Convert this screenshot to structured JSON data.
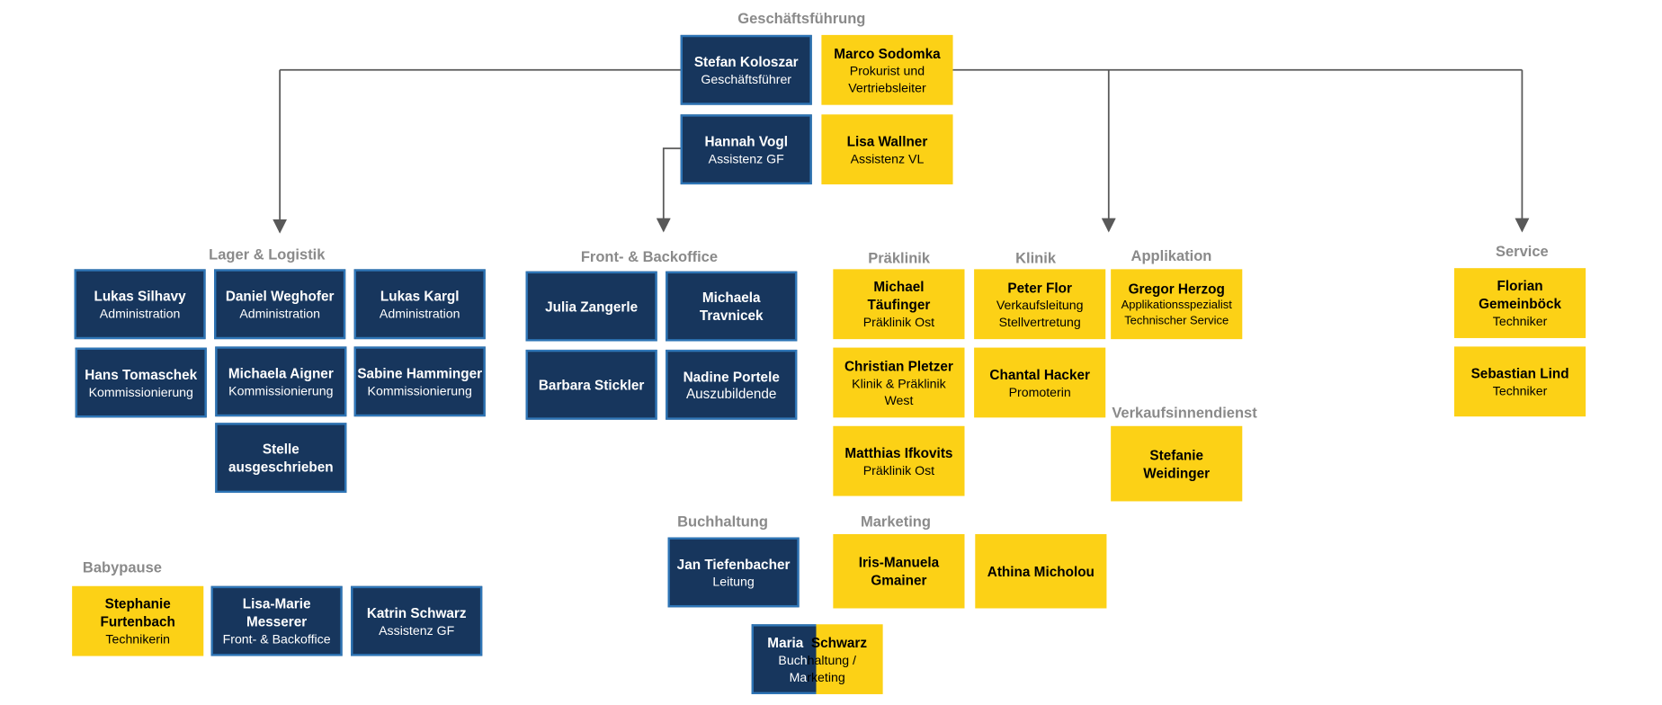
{
  "colors": {
    "navy": "#17365d",
    "navy_border": "#2e75b6",
    "yellow": "#fcd116",
    "title": "#8a8a8a",
    "line": "#595959"
  },
  "titles": {
    "geschaeftsfuehrung": "Geschäftsführung",
    "lager": "Lager & Logistik",
    "front": "Front- & Backoffice",
    "praeklinik": "Präklinik",
    "klinik": "Klinik",
    "applikation": "Applikation",
    "service": "Service",
    "verkaufsinnendienst": "Verkaufsinnendienst",
    "buchhaltung": "Buchhaltung",
    "marketing": "Marketing",
    "babypause": "Babypause"
  },
  "people": {
    "koloszar": {
      "name": "Stefan Koloszar",
      "role": "Geschäftsführer"
    },
    "sodomka": {
      "name": "Marco Sodomka",
      "role1": "Prokurist und",
      "role2": "Vertriebsleiter"
    },
    "vogl": {
      "name": "Hannah Vogl",
      "role": "Assistenz GF"
    },
    "wallner": {
      "name": "Lisa Wallner",
      "role": "Assistenz VL"
    },
    "silhavy": {
      "name": "Lukas Silhavy",
      "role": "Administration"
    },
    "weghofer": {
      "name": "Daniel Weghofer",
      "role": "Administration"
    },
    "kargl": {
      "name": "Lukas Kargl",
      "role": "Administration"
    },
    "tomaschek": {
      "name": "Hans Tomaschek",
      "role": "Kommissionierung"
    },
    "aigner": {
      "name": "Michaela Aigner",
      "role": "Kommissionierung"
    },
    "hamminger": {
      "name": "Sabine Hamminger",
      "role": "Kommissionierung"
    },
    "stelle": {
      "name1": "Stelle",
      "name2": "ausgeschrieben"
    },
    "zangerle": {
      "name": "Julia Zangerle"
    },
    "travnicek": {
      "name1": "Michaela",
      "name2": "Travnicek"
    },
    "stickler": {
      "name": "Barbara Stickler"
    },
    "portele": {
      "name": "Nadine Portele",
      "role": "Auszubildende"
    },
    "taeufinger": {
      "name1": "Michael",
      "name2": "Täufinger",
      "role": "Präklinik Ost"
    },
    "pletzer": {
      "name": "Christian Pletzer",
      "role1": "Klinik & Präklinik",
      "role2": "West"
    },
    "ifkovits": {
      "name": "Matthias Ifkovits",
      "role": "Präklinik Ost"
    },
    "flor": {
      "name": "Peter Flor",
      "role1": "Verkaufsleitung",
      "role2": "Stellvertretung"
    },
    "hacker": {
      "name": "Chantal Hacker",
      "role": "Promoterin"
    },
    "herzog": {
      "name": "Gregor Herzog",
      "role1": "Applikationsspezialist",
      "role2": "Technischer Service"
    },
    "weidinger": {
      "name1": "Stefanie",
      "name2": "Weidinger"
    },
    "gemeinboeck": {
      "name1": "Florian",
      "name2": "Gemeinböck",
      "role": "Techniker"
    },
    "lind": {
      "name": "Sebastian Lind",
      "role": "Techniker"
    },
    "tiefenbacher": {
      "name": "Jan Tiefenbacher",
      "role": "Leitung"
    },
    "gmainer": {
      "name1": "Iris-Manuela",
      "name2": "Gmainer"
    },
    "micholou": {
      "name": "Athina Micholou"
    },
    "schwarz_maria": {
      "first": "Maria",
      "last": "Schwarz",
      "role1a": "Buch",
      "role1b": "haltung /",
      "role2a": "Ma",
      "role2b": "rketing"
    },
    "furtenbach": {
      "name1": "Stephanie",
      "name2": "Furtenbach",
      "role": "Technikerin"
    },
    "messerer": {
      "name1": "Lisa-Marie",
      "name2": "Messerer",
      "role": "Front- & Backoffice"
    },
    "schwarz_katrin": {
      "name": "Katrin Schwarz",
      "role": "Assistenz GF"
    }
  }
}
